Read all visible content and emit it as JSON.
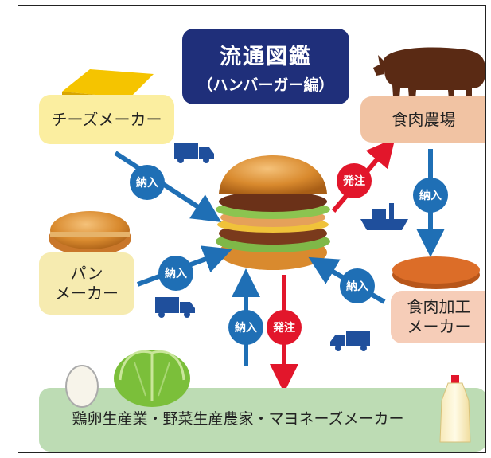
{
  "title": {
    "main": "流通図鑑",
    "sub": "（ハンバーガー編）"
  },
  "nodes": {
    "cheese_maker": "チーズメーカー",
    "meat_farm": "食肉農場",
    "bun_maker_line1": "パン",
    "bun_maker_line2": "メーカー",
    "meat_processor_line1": "食肉加工",
    "meat_processor_line2": "メーカー",
    "suppliers": "鶏卵生産業・野菜生産農家・マヨネーズメーカー"
  },
  "labels": {
    "deliver": "納入",
    "order": "発注"
  },
  "colors": {
    "deliver_arrow": "#1f6fb5",
    "order_arrow": "#e2162b",
    "title_bg": "#1f2f7a",
    "cheese_box": "#fbeea0",
    "meat_farm_box": "#f1c3a3",
    "bun_box": "#f6ebb0",
    "processor_box": "#f6cdb8",
    "supplier_box": "#bddcb4"
  },
  "icons": [
    "cheese-slice-icon",
    "cow-icon",
    "bun-icon",
    "meat-patty-icon",
    "hamburger-icon",
    "truck-icon",
    "ship-icon",
    "egg-icon",
    "cabbage-icon",
    "mayonnaise-bottle-icon"
  ]
}
